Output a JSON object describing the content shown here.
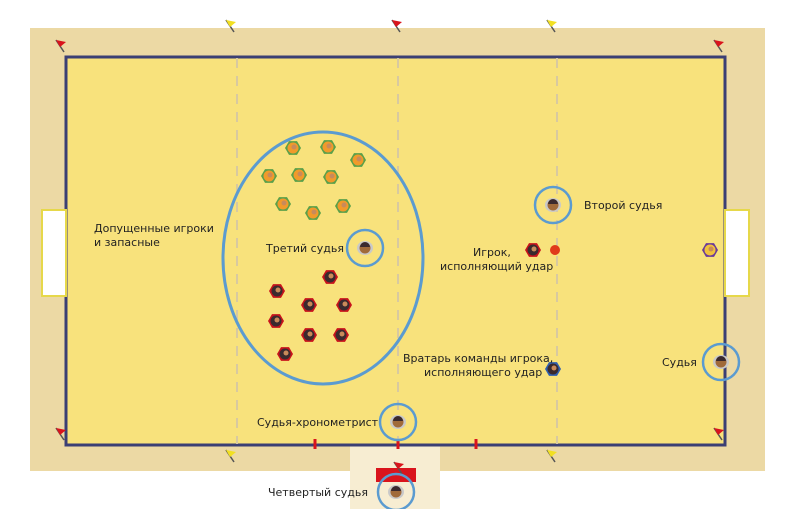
{
  "labels": {
    "substitutes": [
      "Допущенные игроки",
      "и запасные"
    ],
    "third_referee": "Третий судья",
    "second_referee": "Второй судья",
    "striker": [
      "Игрок,",
      "исполняющий удар"
    ],
    "goalkeeper": [
      "Вратарь команды игрока,",
      "исполняющего удар"
    ],
    "referee": "Судья",
    "timekeeper": "Судья-хронометрист",
    "fourth_referee": "Четвертый судья"
  },
  "colors": {
    "pitch": "#f8e27c",
    "surround": "#ecd9a4",
    "line": "#3b3f74",
    "circle": "#5b9bd0",
    "team_a": "#f19a2a",
    "team_b": "#3a2a2e",
    "flag_red": "#d9141c",
    "flag_yellow": "#f2e021"
  }
}
